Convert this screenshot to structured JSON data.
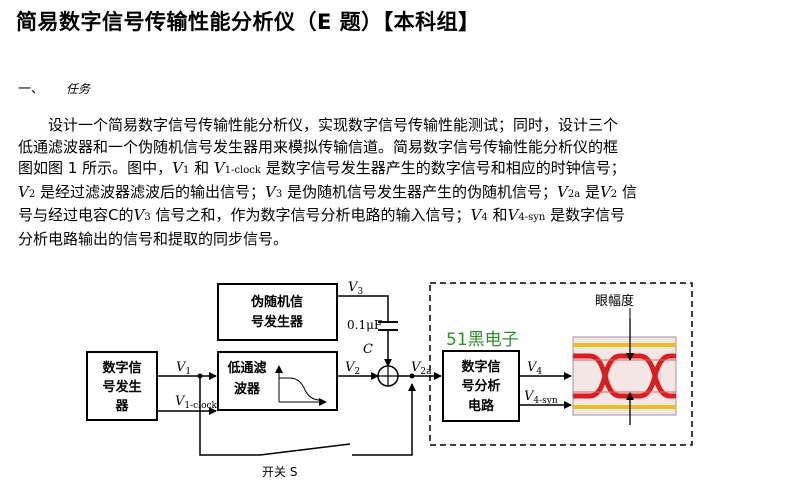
{
  "title": "简易数字信号传输性能分析仪（E 题）【本科组】",
  "section": {
    "number": "一、",
    "name": "任务"
  },
  "paragraph": {
    "line1": "设计一个简易数字信号传输性能分析仪，实现数字信号传输性能测试；同时，设计三个",
    "line2": "低通滤波器和一个伪随机信号发生器用来模拟传输信道。简易数字信号传输性能分析仪的框",
    "line3a": "图如图 1 所示。图中，",
    "line3b": " 和 ",
    "line3c": " 是数字信号发生器产生的数字信号和相应的时钟信号；",
    "line4a": " 是经过滤波器滤波后的输出信号；",
    "line4b": " 是伪随机信号发生器产生的伪随机信号；",
    "line4c": " 是",
    "line4d": " 信",
    "line5a": "号与经过电容C的",
    "line5b": " 信号之和，作为数字信号分析电路的输入信号；",
    "line5c": " 和",
    "line5d": " 是数字信号",
    "line6": "分析电路输出的信号和提取的同步信号。",
    "v": "V",
    "sub1": "1",
    "sub1clock": "1-clock",
    "sub2": "2",
    "sub3": "3",
    "sub2a": "2a",
    "sub4": "4",
    "sub4syn": "4-syn"
  },
  "diagram": {
    "digital_gen": [
      "数字信",
      "号发生",
      "器"
    ],
    "prbs_gen": [
      "伪随机信",
      "号发生器"
    ],
    "lowpass": [
      "低通滤",
      "波器"
    ],
    "analyzer": [
      "数字信",
      "号分析",
      "电路"
    ],
    "capacitance": "0.1μF",
    "cap_label": "C",
    "switch_label": "开关 S",
    "eye_label": "眼幅度",
    "watermark": "51黑电子",
    "sig_v": "V",
    "sig1": "1",
    "sig1clock": "1-clock",
    "sig2": "2",
    "sig2a": "2a",
    "sig3": "3",
    "sig4": "4",
    "sig4syn": "4-syn"
  },
  "colors": {
    "watermark": "#2e8b2e",
    "eye_red": "#d81e1e",
    "eye_bg": "#f2d9d9",
    "eye_yellow": "#e8c020"
  }
}
